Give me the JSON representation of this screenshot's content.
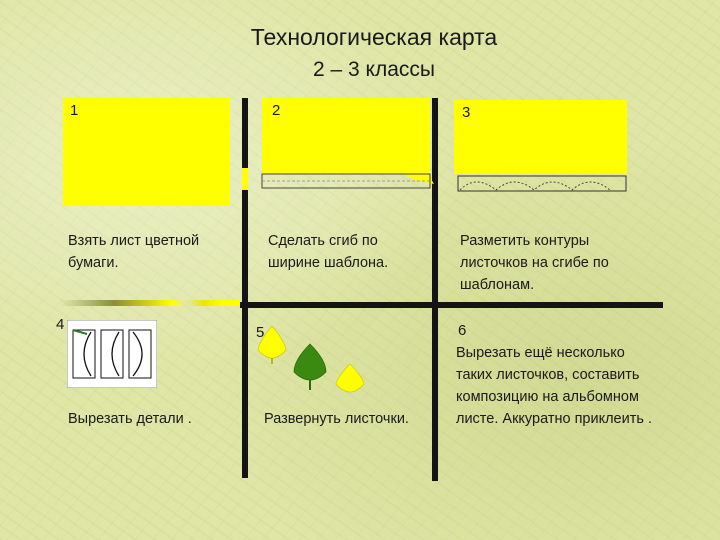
{
  "header": {
    "title": "Технологическая карта",
    "subtitle": "2 – 3 классы"
  },
  "steps": [
    {
      "number": "1",
      "caption": "Взять лист цветной бумаги."
    },
    {
      "number": "2",
      "caption": "Сделать сгиб по ширине шаблона."
    },
    {
      "number": "3",
      "caption": "Разметить контуры листочков на сгибе по шаблонам."
    },
    {
      "number": "4",
      "caption": "Вырезать детали ."
    },
    {
      "number": "5",
      "caption": "Развернуть листочки."
    },
    {
      "number": "6",
      "caption": "Вырезать ещё несколько таких листочков, составить композицию на альбомном листе. Аккуратно приклеить ."
    }
  ],
  "colors": {
    "paper_yellow": "#ffff00",
    "leaf_green": "#3a8a12",
    "grid_lines": "#141414",
    "background": "#dfe6a6"
  }
}
